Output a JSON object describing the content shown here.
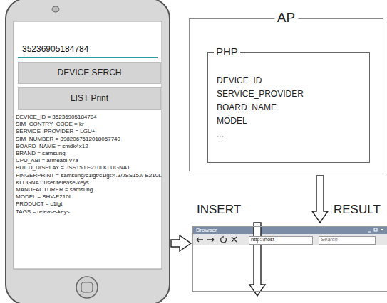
{
  "diagram": {
    "nodes": [
      {
        "text": [
          "DEVICE_ID = 35236905184784",
          "SIM_CONTRY_CODE = kr",
          "SERVICE_PROVIDER = LGU+",
          "SIM_NUMBER = 8982067512018057740",
          "BOARD_NAME = smdk4x12",
          "BRAND = samsung",
          "CPU_ABI = armeabi-v7a",
          "BUILD_DISPLAY = JSS15J.E210LKLUGNA1",
          "FINGERPRINT = samsung/c1lgt/c1lgt:4.3/JSS15J/ E210LKLUGNA1:user/release-keys",
          "MANUFACTURER = samsung",
          "MODEL = SHV-E210L",
          "PRODUCT = c1lgt",
          "TAGS = release-keys"
        ]
      },
      {
        "text": [
          "35236905184784"
        ],
        "in": 0
      },
      {
        "text": [
          "DEVICE SERCH"
        ],
        "in": 0
      },
      {
        "text": [
          "LIST Print"
        ],
        "in": 0
      },
      {
        "text": [
          "AP"
        ]
      },
      {
        "text": [
          "PHP",
          "DEVICE_ID",
          "SERVICE_PROVIDER",
          "BOARD_NAME",
          "MODEL",
          "..."
        ],
        "in": 4
      },
      {
        "text": [
          "Browser",
          "http://host",
          "Search"
        ]
      }
    ],
    "edges": [
      {
        "from": 0,
        "to": 6,
        "arrow": "to"
      },
      {
        "from": 6,
        "to": 4,
        "label": "INSERT",
        "arrow": "to"
      },
      {
        "from": 4,
        "to": 6,
        "label": "RESULT",
        "arrow": "to"
      }
    ]
  }
}
